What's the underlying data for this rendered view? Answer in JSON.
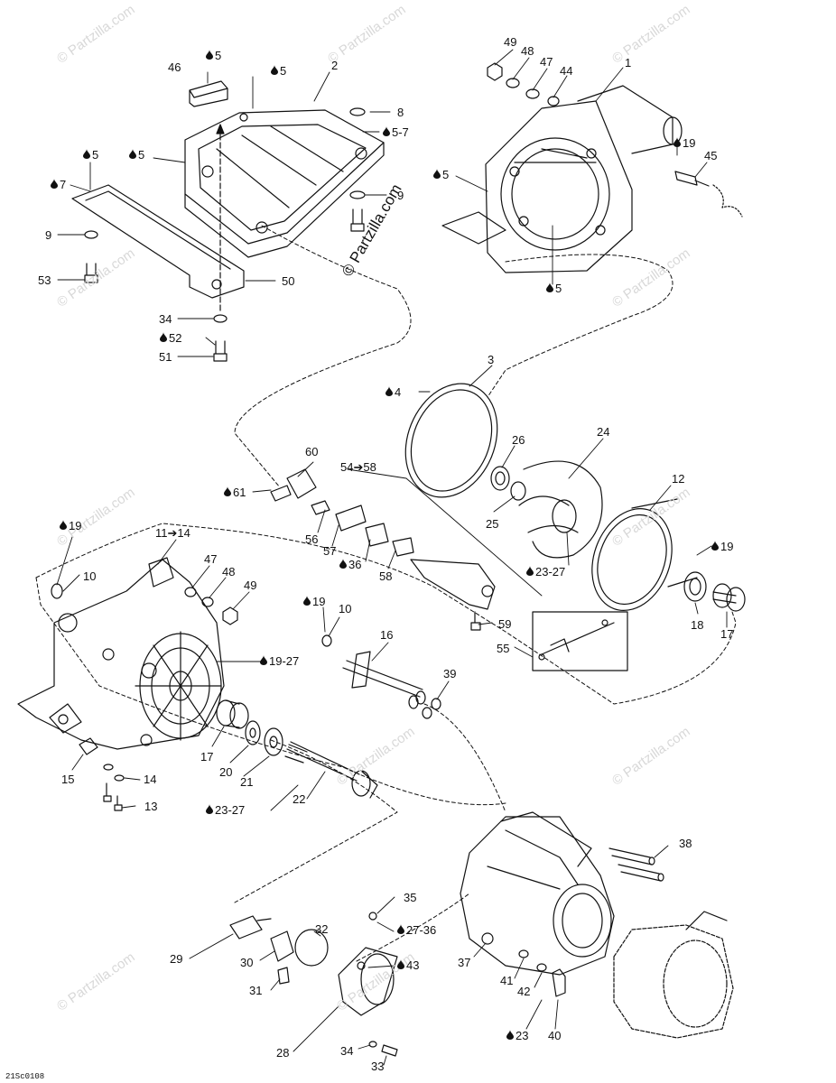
{
  "diagram_code": "21Sc0108",
  "brand": "© Partzilla.com",
  "watermark_text": "© Partzilla.com",
  "callouts": [
    {
      "id": "c46",
      "text": "46",
      "drop": false
    },
    {
      "id": "c5a",
      "text": "5",
      "drop": true
    },
    {
      "id": "c5b",
      "text": "5",
      "drop": true
    },
    {
      "id": "c2",
      "text": "2",
      "drop": false
    },
    {
      "id": "c8",
      "text": "8",
      "drop": false
    },
    {
      "id": "c5-7",
      "text": "5-7",
      "drop": true
    },
    {
      "id": "c5c",
      "text": "5",
      "drop": true
    },
    {
      "id": "c5d",
      "text": "5",
      "drop": true
    },
    {
      "id": "c7",
      "text": "7",
      "drop": true
    },
    {
      "id": "c9a",
      "text": "9",
      "drop": false
    },
    {
      "id": "c9b",
      "text": "9",
      "drop": false
    },
    {
      "id": "c53",
      "text": "53",
      "drop": false
    },
    {
      "id": "c50",
      "text": "50",
      "drop": false
    },
    {
      "id": "c34a",
      "text": "34",
      "drop": false
    },
    {
      "id": "c52",
      "text": "52",
      "drop": true
    },
    {
      "id": "c51",
      "text": "51",
      "drop": false
    },
    {
      "id": "c49a",
      "text": "49",
      "drop": false
    },
    {
      "id": "c48a",
      "text": "48",
      "drop": false
    },
    {
      "id": "c47a",
      "text": "47",
      "drop": false
    },
    {
      "id": "c44",
      "text": "44",
      "drop": false
    },
    {
      "id": "c1",
      "text": "1",
      "drop": false
    },
    {
      "id": "c19a",
      "text": "19",
      "drop": true
    },
    {
      "id": "c45",
      "text": "45",
      "drop": false
    },
    {
      "id": "c5e",
      "text": "5",
      "drop": true
    },
    {
      "id": "c5f",
      "text": "5",
      "drop": true
    },
    {
      "id": "c3",
      "text": "3",
      "drop": false
    },
    {
      "id": "c4",
      "text": "4",
      "drop": true
    },
    {
      "id": "c24",
      "text": "24",
      "drop": false
    },
    {
      "id": "c26",
      "text": "26",
      "drop": false
    },
    {
      "id": "c25",
      "text": "25",
      "drop": false
    },
    {
      "id": "c12",
      "text": "12",
      "drop": false
    },
    {
      "id": "c23-27a",
      "text": "23-27",
      "drop": true
    },
    {
      "id": "c19b",
      "text": "19",
      "drop": true
    },
    {
      "id": "c18",
      "text": "18",
      "drop": false
    },
    {
      "id": "c17a",
      "text": "17",
      "drop": false
    },
    {
      "id": "c60",
      "text": "60",
      "drop": false
    },
    {
      "id": "c54-58",
      "text": "54➔58",
      "drop": false
    },
    {
      "id": "c61",
      "text": "61",
      "drop": true
    },
    {
      "id": "c56",
      "text": "56",
      "drop": false
    },
    {
      "id": "c57",
      "text": "57",
      "drop": false
    },
    {
      "id": "c36",
      "text": "36",
      "drop": true
    },
    {
      "id": "c58",
      "text": "58",
      "drop": false
    },
    {
      "id": "c59",
      "text": "59",
      "drop": false
    },
    {
      "id": "c55",
      "text": "55",
      "drop": false
    },
    {
      "id": "c19c",
      "text": "19",
      "drop": true
    },
    {
      "id": "c11-14",
      "text": "11➔14",
      "drop": false
    },
    {
      "id": "c10a",
      "text": "10",
      "drop": false
    },
    {
      "id": "c47b",
      "text": "47",
      "drop": false
    },
    {
      "id": "c48b",
      "text": "48",
      "drop": false
    },
    {
      "id": "c49b",
      "text": "49",
      "drop": false
    },
    {
      "id": "c19d",
      "text": "19",
      "drop": true
    },
    {
      "id": "c10b",
      "text": "10",
      "drop": false
    },
    {
      "id": "c16",
      "text": "16",
      "drop": false
    },
    {
      "id": "c19-27",
      "text": "19-27",
      "drop": true
    },
    {
      "id": "c39",
      "text": "39",
      "drop": false
    },
    {
      "id": "c15",
      "text": "15",
      "drop": false
    },
    {
      "id": "c14",
      "text": "14",
      "drop": false
    },
    {
      "id": "c13",
      "text": "13",
      "drop": false
    },
    {
      "id": "c17b",
      "text": "17",
      "drop": false
    },
    {
      "id": "c20",
      "text": "20",
      "drop": false
    },
    {
      "id": "c21",
      "text": "21",
      "drop": false
    },
    {
      "id": "c23-27b",
      "text": "23-27",
      "drop": true
    },
    {
      "id": "c22",
      "text": "22",
      "drop": false
    },
    {
      "id": "c38",
      "text": "38",
      "drop": false
    },
    {
      "id": "c35",
      "text": "35",
      "drop": false
    },
    {
      "id": "c27-36",
      "text": "27-36",
      "drop": true
    },
    {
      "id": "c32",
      "text": "32",
      "drop": false
    },
    {
      "id": "c29",
      "text": "29",
      "drop": false
    },
    {
      "id": "c30",
      "text": "30",
      "drop": false
    },
    {
      "id": "c43",
      "text": "43",
      "drop": true
    },
    {
      "id": "c37",
      "text": "37",
      "drop": false
    },
    {
      "id": "c41",
      "text": "41",
      "drop": false
    },
    {
      "id": "c31",
      "text": "31",
      "drop": false
    },
    {
      "id": "c42",
      "text": "42",
      "drop": false
    },
    {
      "id": "c23",
      "text": "23",
      "drop": true
    },
    {
      "id": "c40",
      "text": "40",
      "drop": false
    },
    {
      "id": "c34b",
      "text": "34",
      "drop": false
    },
    {
      "id": "c28",
      "text": "28",
      "drop": false
    },
    {
      "id": "c33",
      "text": "33",
      "drop": false
    }
  ]
}
